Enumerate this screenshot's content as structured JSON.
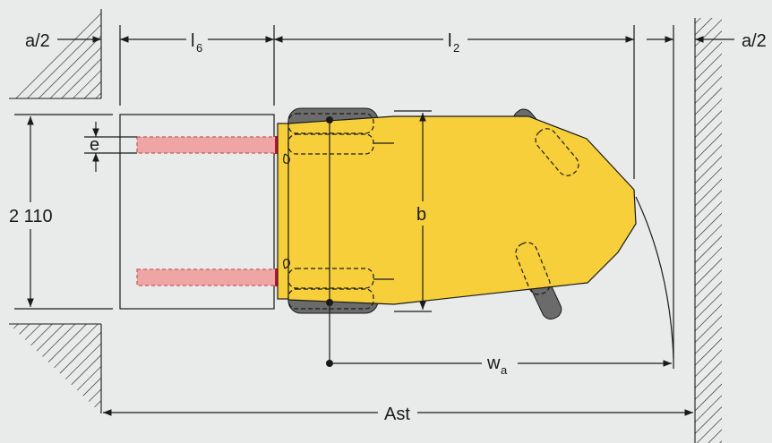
{
  "labels": {
    "a_half_left": "a/2",
    "a_half_right": "a/2",
    "l6": "l",
    "l6_sub": "6",
    "l2": "l",
    "l2_sub": "2",
    "e": "e",
    "width_value": "2 110",
    "b": "b",
    "wa": "w",
    "wa_sub": "a",
    "ast": "Ast"
  },
  "colors": {
    "background": "#e9eaea",
    "truck_body": "#f6cf3a",
    "fork": "#f0a5a5",
    "fork_outline": "#c45a5a",
    "red_stop": "#c8102e",
    "wheel": "#6b6b6b",
    "line": "#1a1a1a"
  }
}
